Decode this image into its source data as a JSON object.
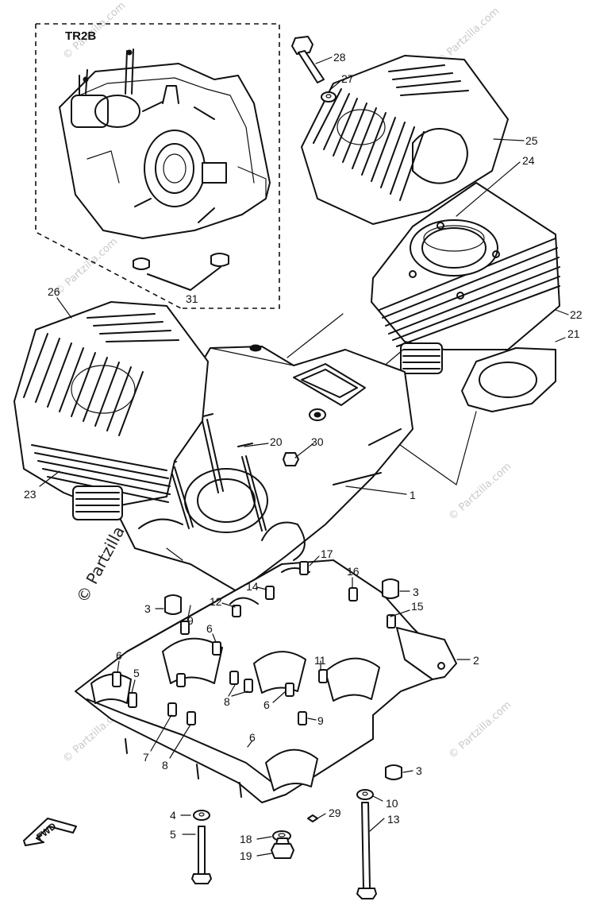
{
  "inset": {
    "title": "TR2B"
  },
  "direction": {
    "label": "FWD"
  },
  "watermark": {
    "main": "© Partzilla.com",
    "repeat": "© Partzilla.com"
  },
  "callouts": [
    {
      "id": "c28",
      "num": "28"
    },
    {
      "id": "c27",
      "num": "27"
    },
    {
      "id": "c25",
      "num": "25"
    },
    {
      "id": "c24",
      "num": "24"
    },
    {
      "id": "c26",
      "num": "26"
    },
    {
      "id": "c31",
      "num": "31"
    },
    {
      "id": "c22",
      "num": "22"
    },
    {
      "id": "c21",
      "num": "21"
    },
    {
      "id": "c20",
      "num": "20"
    },
    {
      "id": "c30",
      "num": "30"
    },
    {
      "id": "c23",
      "num": "23"
    },
    {
      "id": "c1",
      "num": "1"
    },
    {
      "id": "c17",
      "num": "17"
    },
    {
      "id": "c16",
      "num": "16"
    },
    {
      "id": "c14",
      "num": "14"
    },
    {
      "id": "c12",
      "num": "12"
    },
    {
      "id": "c3a",
      "num": "3"
    },
    {
      "id": "c3b",
      "num": "3"
    },
    {
      "id": "c15",
      "num": "15"
    },
    {
      "id": "c9a",
      "num": "9"
    },
    {
      "id": "c6a",
      "num": "6"
    },
    {
      "id": "c2",
      "num": "2"
    },
    {
      "id": "c6b",
      "num": "6"
    },
    {
      "id": "c5a",
      "num": "5"
    },
    {
      "id": "c11",
      "num": "11"
    },
    {
      "id": "c8a",
      "num": "8"
    },
    {
      "id": "c6c",
      "num": "6"
    },
    {
      "id": "c9b",
      "num": "9"
    },
    {
      "id": "c7",
      "num": "7"
    },
    {
      "id": "c8b",
      "num": "8"
    },
    {
      "id": "c6d",
      "num": "6"
    },
    {
      "id": "c3c",
      "num": "3"
    },
    {
      "id": "c10",
      "num": "10"
    },
    {
      "id": "c4",
      "num": "4"
    },
    {
      "id": "c29",
      "num": "29"
    },
    {
      "id": "c13",
      "num": "13"
    },
    {
      "id": "c5b",
      "num": "5"
    },
    {
      "id": "c18",
      "num": "18"
    },
    {
      "id": "c19",
      "num": "19"
    }
  ]
}
